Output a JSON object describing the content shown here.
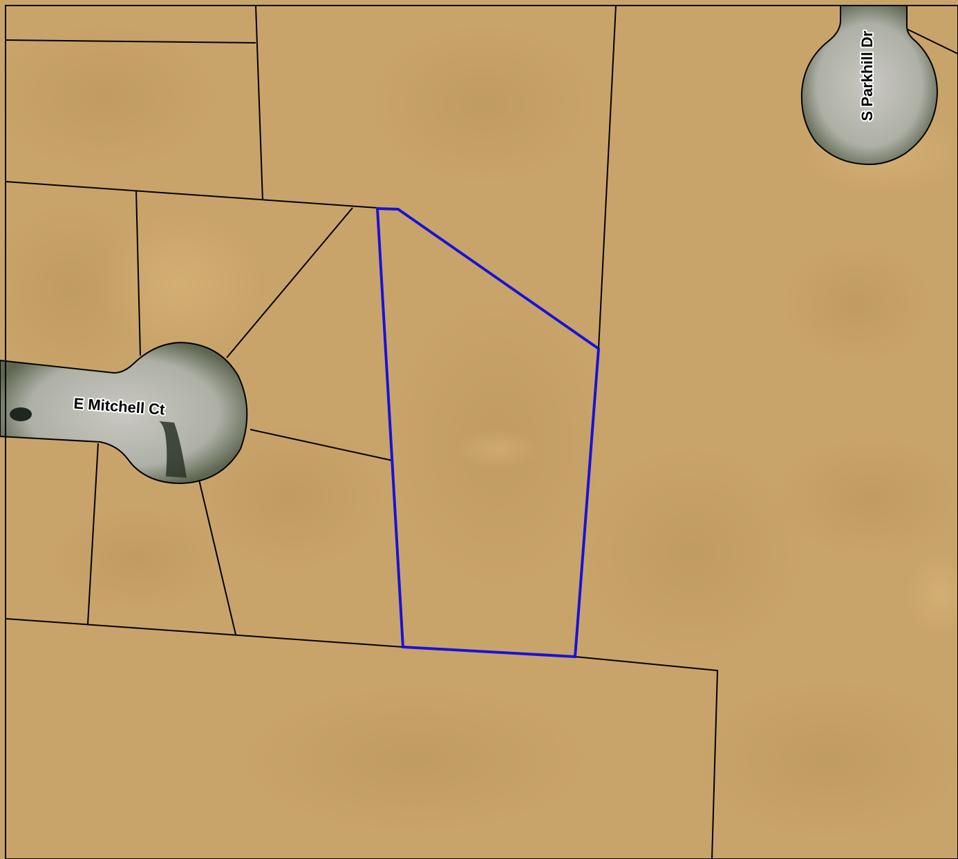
{
  "map": {
    "type": "parcel-map-aerial",
    "colors": {
      "parcel_fill": "#c9a46a",
      "parcel_line": "#000000",
      "selected_parcel_outline": "#1a12d6",
      "road_surface": "#b9b7b0",
      "road_edge": "#4f5843",
      "frame": "#000000"
    },
    "streets": [
      {
        "name": "E Mitchell Ct"
      },
      {
        "name": "S Parkhill Dr"
      }
    ],
    "selected_parcel": {
      "highlighted": true
    }
  }
}
